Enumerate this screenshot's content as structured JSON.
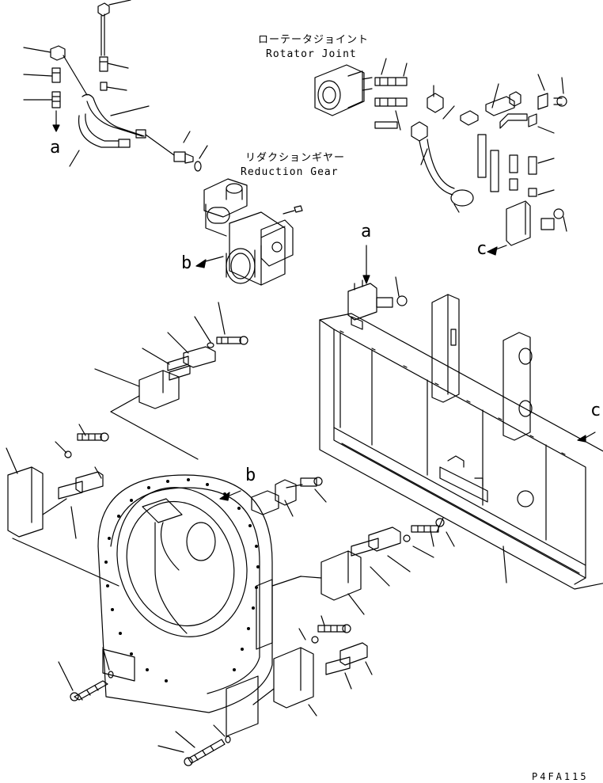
{
  "labels": {
    "rotator_jp": "ローテータジョイント",
    "rotator_en": "Rotator Joint",
    "reduction_jp": "リダクションギヤー",
    "reduction_en": "Reduction Gear",
    "callout_a_left": "a",
    "callout_a_top": "a",
    "callout_b_mid": "b",
    "callout_b_low": "b",
    "callout_c_right": "c",
    "callout_c_edge": "c",
    "drawing_code": "P4FA115"
  },
  "colors": {
    "ink": "#000000",
    "paper": "#ffffff"
  }
}
